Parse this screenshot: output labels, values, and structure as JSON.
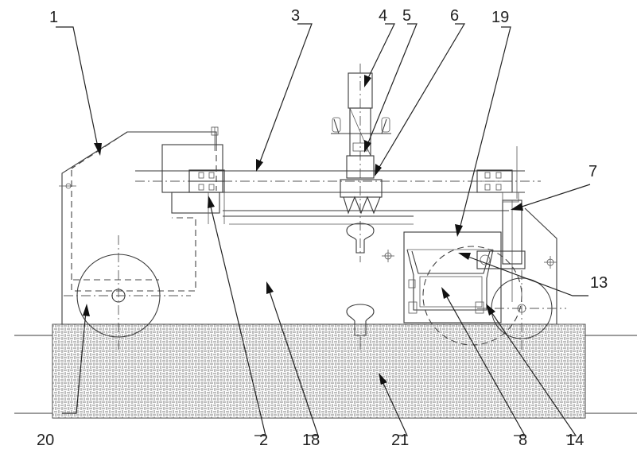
{
  "labels": [
    {
      "id": "1",
      "text": "1"
    },
    {
      "id": "3",
      "text": "3"
    },
    {
      "id": "4",
      "text": "4"
    },
    {
      "id": "5",
      "text": "5"
    },
    {
      "id": "6",
      "text": "6"
    },
    {
      "id": "19",
      "text": "19"
    },
    {
      "id": "7",
      "text": "7"
    },
    {
      "id": "13",
      "text": "13"
    },
    {
      "id": "20",
      "text": "20"
    },
    {
      "id": "2",
      "text": "2"
    },
    {
      "id": "18",
      "text": "18"
    },
    {
      "id": "21",
      "text": "21"
    },
    {
      "id": "8",
      "text": "8"
    },
    {
      "id": "14",
      "text": "14"
    }
  ],
  "colors": {
    "line": "#3a3a3a",
    "hatch": "#8a8a8a",
    "background": "#ffffff"
  }
}
